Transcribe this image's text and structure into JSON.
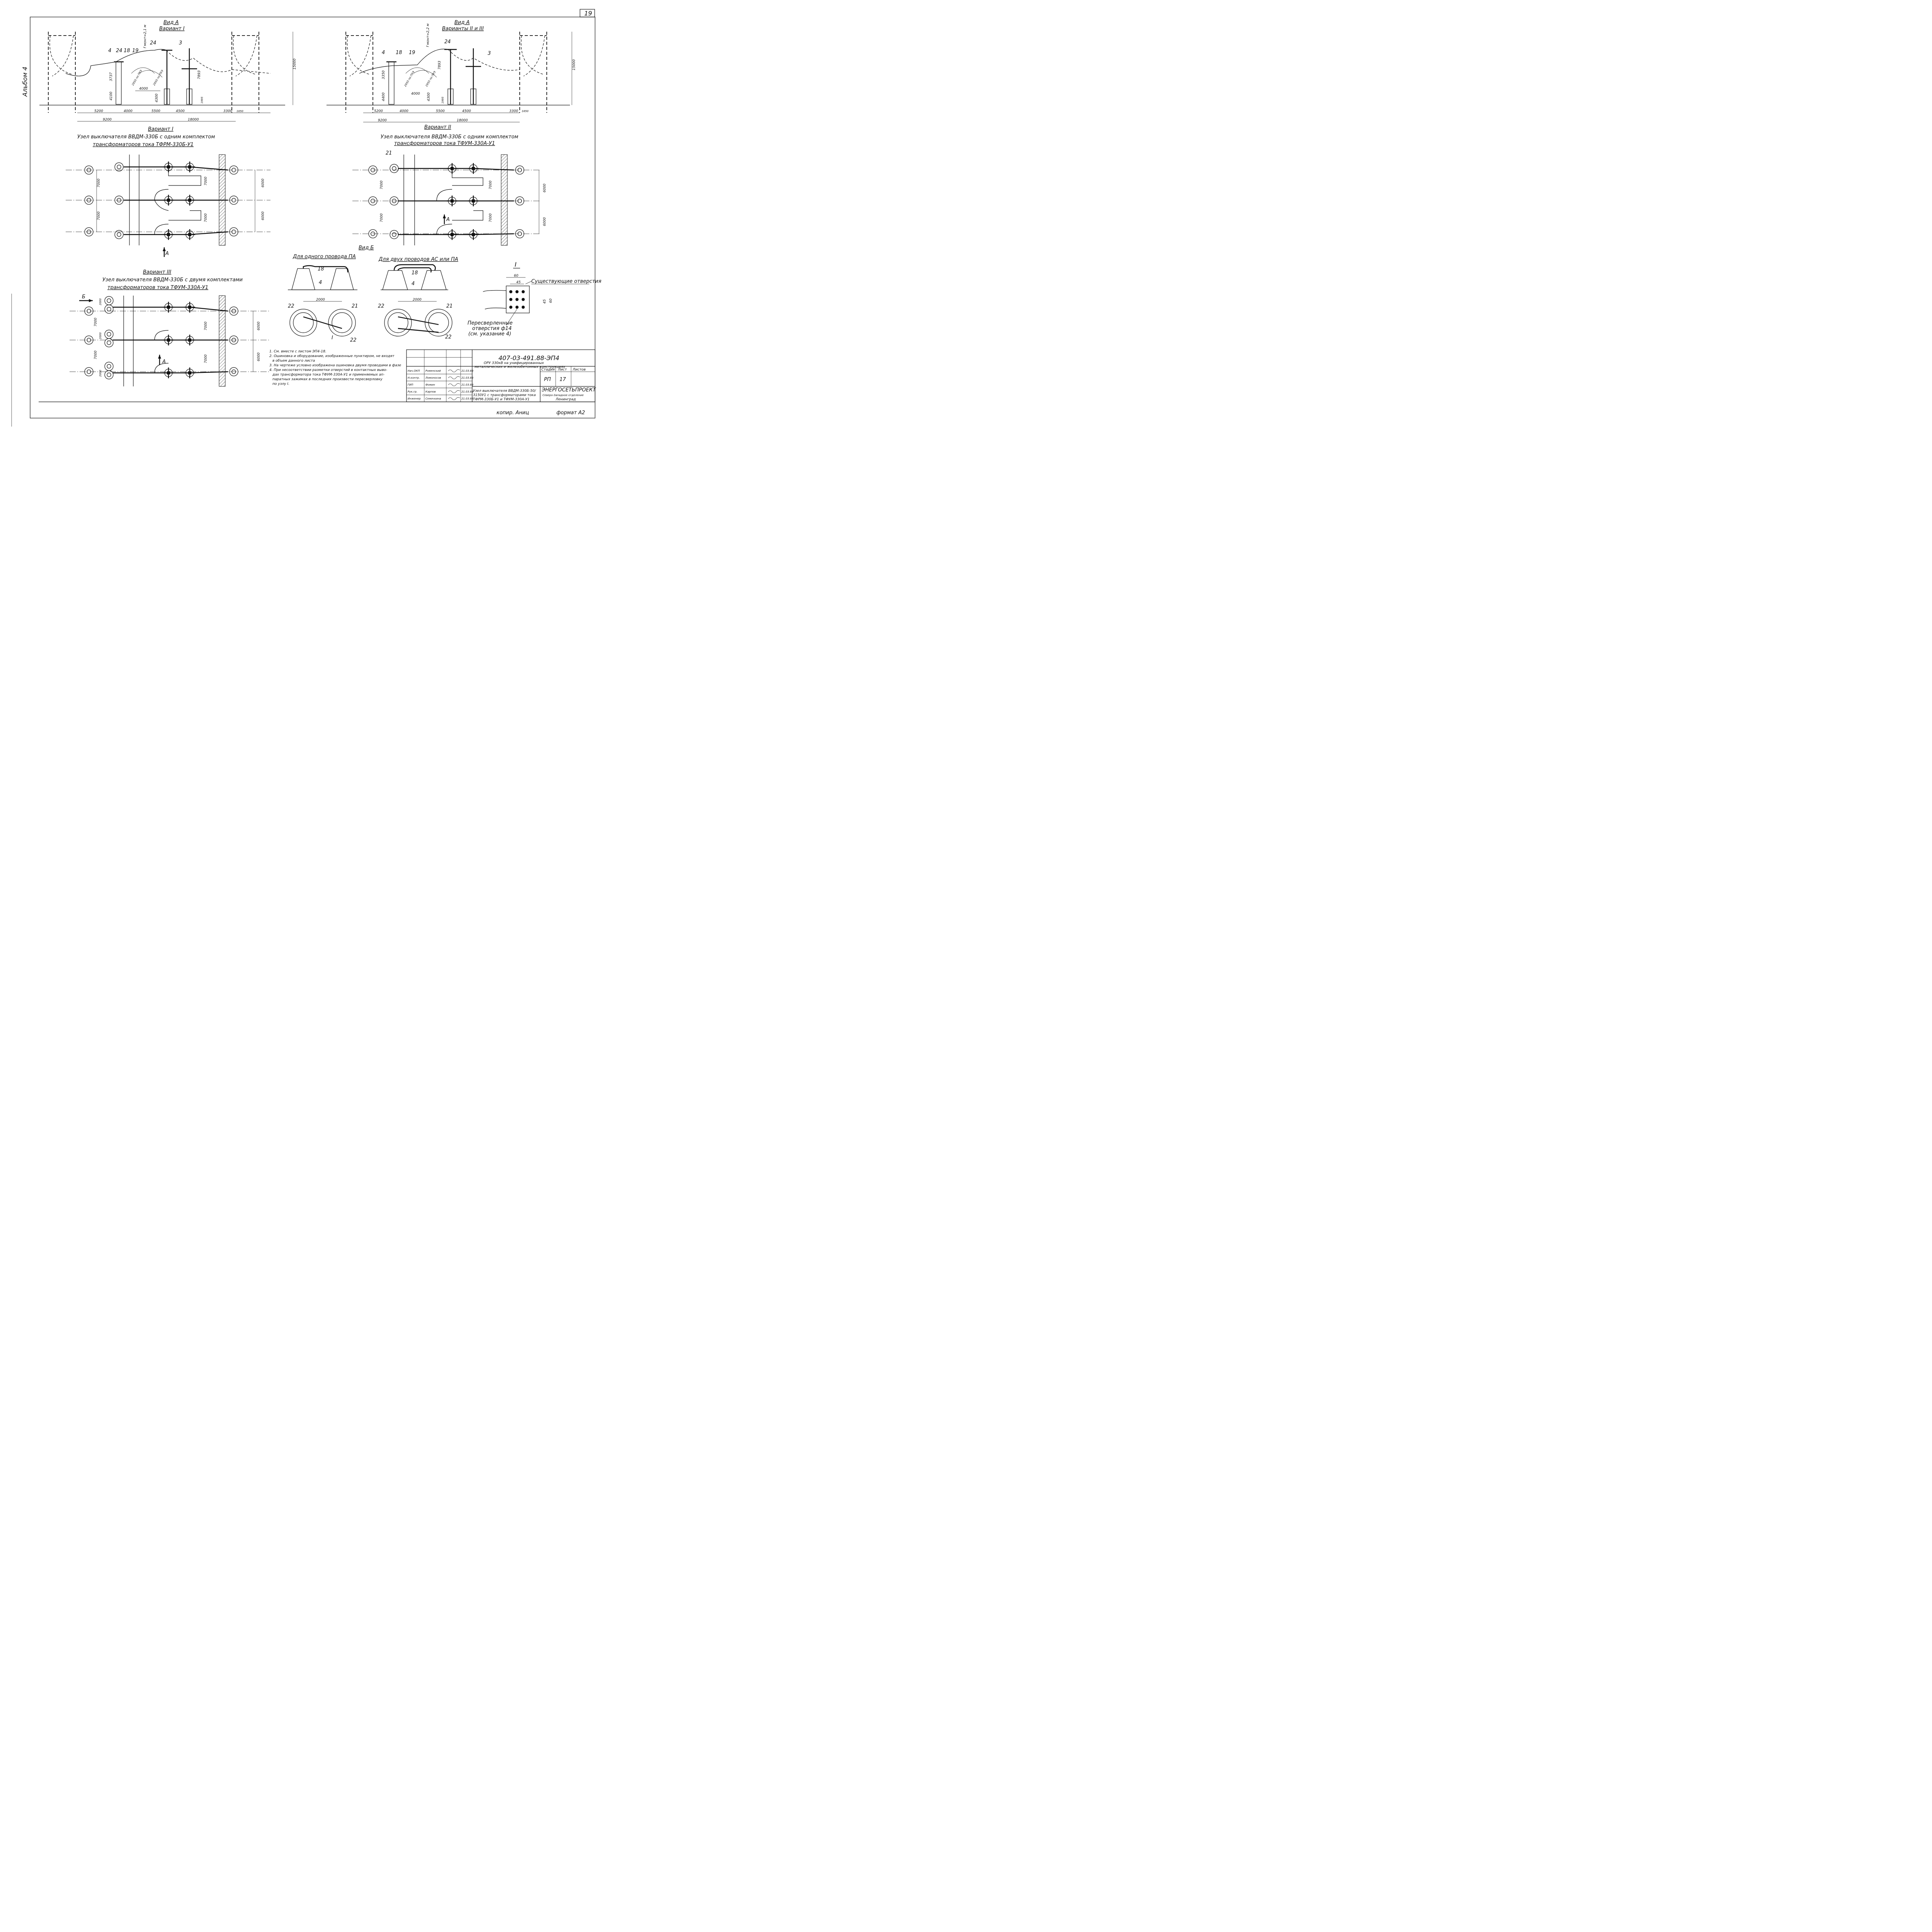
{
  "sheet": {
    "page_number": "19",
    "album_label": "Альбом 4",
    "copy_label": "копир. Аниц",
    "format_label": "формат А2"
  },
  "view_a_left": {
    "title": "Вид А",
    "subtitle": "Вариант I",
    "callouts": [
      "4",
      "24",
      "18",
      "19",
      "24",
      "3"
    ],
    "fmount": "f монт=2,1 м",
    "dims_vertical": [
      "3737",
      "4100",
      "7893",
      "4300",
      "1995",
      "15000"
    ],
    "dims_arc": [
      "2950 по ПУЭ",
      "2950 по ПУЭ"
    ],
    "dim_4000": "4000",
    "dims_row1": [
      "5200",
      "4000",
      "5500",
      "4500",
      "3300",
      "1650"
    ],
    "dims_row2": [
      "9200",
      "18000"
    ]
  },
  "view_a_right": {
    "title": "Вид А",
    "subtitle": "Варианты II и III",
    "callouts": [
      "4",
      "18",
      "19",
      "24",
      "3"
    ],
    "fmount": "f монт=2,2 м",
    "dims_vertical": [
      "3350",
      "4400",
      "7893",
      "4300",
      "1995",
      "15000"
    ],
    "dims_arc": [
      "2950 по ПУЭ",
      "2950 по ПУЭ"
    ],
    "dim_4000": "4000",
    "dims_row1": [
      "5200",
      "4000",
      "5500",
      "4500",
      "3300",
      "1650"
    ],
    "dims_row2": [
      "9200",
      "18000"
    ]
  },
  "variant1": {
    "title": "Вариант I",
    "line1": "Узел выключателя ВВДМ-330Б с одним комплектом",
    "line2": "трансформаторов тока ТФРМ-330Б-У1",
    "dims": [
      "7000",
      "7000",
      "7000",
      "7000",
      "6000",
      "6000"
    ],
    "arrow": "А"
  },
  "variant2": {
    "title": "Вариант II",
    "line1": "Узел выключателя ВВДМ-330Б с одним комплектом",
    "line2": "трансформаторов тока ТФУМ-330А-У1",
    "callout": "21",
    "dims": [
      "7000",
      "7000",
      "7000",
      "7000",
      "6000",
      "6000"
    ],
    "arrow": "А"
  },
  "variant3": {
    "title": "Вариант III",
    "line1": "Узел выключателя ВВДМ-330Б с двумя комплектами",
    "line2": "трансформаторов тока ТФУМ-330А-У1",
    "view_b_arrow": "Б",
    "dims_small": [
      "2000",
      "7000",
      "2000",
      "7000",
      "2000"
    ],
    "dims": [
      "7000",
      "7000",
      "6000",
      "6000"
    ],
    "arrow": "А"
  },
  "view_b": {
    "title": "Вид Б",
    "one_wire": "Для одного провода ПА",
    "two_wires": "Для двух проводов АС или ПА",
    "callouts": [
      "18",
      "4",
      "22",
      "21",
      "22",
      "18",
      "4",
      "22",
      "21",
      "22"
    ],
    "dim": "2000",
    "node_ref": "I"
  },
  "node_i": {
    "title": "I",
    "dim_60": "60",
    "dim_45": "45",
    "existing_holes": "Существующие отверстия",
    "redrilled_1": "Пересверленные",
    "redrilled_2": "отверстия ф14",
    "redrilled_3": "(см. указание 4)"
  },
  "notes": [
    "1. См. вместе с листом ЭП4-18.",
    "2. Ошиновка и оборудование, изображенные пунктиром, не входят",
    "в объем данного листа",
    "3. На чертеже условно изображена ошиновка двумя проводами в фазе",
    "4. При несоответствии разметки отверстий в контактных выво-",
    "дах трансформатора тока ТФУМ-330А-У1 и применяемых ап-",
    "паратных зажимах в последних произвести пересверловку",
    "по узлу I."
  ],
  "title_block": {
    "code": "407-03-491.88-ЭП4",
    "project_1": "ОРУ 330кВ на унифицированных",
    "project_2": "металлических и железобетонных конструкциях",
    "roles": [
      "Нач.ОКП",
      "Н.контр.",
      "ГИП",
      "Рук.гр.",
      "Инженер"
    ],
    "names": [
      "Роменский",
      "Ломоносов",
      "Фомин",
      "Карпов",
      "Семячкина"
    ],
    "dates": [
      "21.03.88",
      "21.03.88",
      "21.03.88",
      "21.03.88",
      "21.03.88"
    ],
    "stage_header": "Стадия",
    "sheet_header": "Лист",
    "sheets_header": "Листов",
    "stage": "РП",
    "sheet": "17",
    "sheets": "",
    "desc_1": "Узел выключателя ВВДМ-330Б-50/",
    "desc_2": "3150У1 с трансформаторами тока",
    "desc_3": "ТФРМ-330Б-У1 и ТФУМ-330А-У1",
    "org_1": "ЭНЕРГОСЕТЬПРОЕКТ",
    "org_2": "Северо-Западное отделение",
    "org_3": "Ленинград"
  }
}
